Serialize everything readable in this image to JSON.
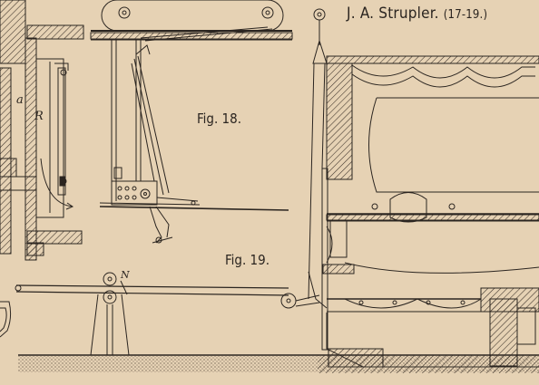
{
  "header": {
    "author": "J. A. Strupler.",
    "range": "(17-19.)"
  },
  "figures": {
    "fig18": "Fig. 18.",
    "fig19": "Fig. 19."
  },
  "labels": {
    "a": "a",
    "R": "R",
    "N": "N"
  },
  "colors": {
    "paper": "#e6d2b4",
    "ink": "#2b2520"
  }
}
